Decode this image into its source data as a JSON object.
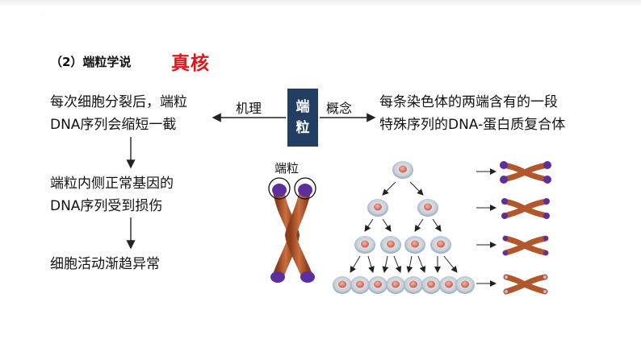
{
  "section": {
    "title": "（2）端粒学说",
    "highlight": "真核"
  },
  "badge": {
    "line1": "端",
    "line2": "粒"
  },
  "arrows": {
    "left_label": "机理",
    "right_label": "概念"
  },
  "concept": {
    "line1": "每条染色体的两端含有的一段",
    "line2": "特殊序列的DNA-蛋白质复合体"
  },
  "mechanism": {
    "step1_line1": "每次细胞分裂后，端粒",
    "step1_line2": "DNA序列会缩短一截",
    "step2_line1": "端粒内侧正常基因的",
    "step2_line2": "DNA序列受到损伤",
    "step3": "细胞活动渐趋异常"
  },
  "figure": {
    "chromosome_label": "端粒"
  },
  "colors": {
    "accent": "#e0151b",
    "badge": "#233e63",
    "telomere": "#5b2f9e",
    "chromatid": "#b2562c"
  }
}
